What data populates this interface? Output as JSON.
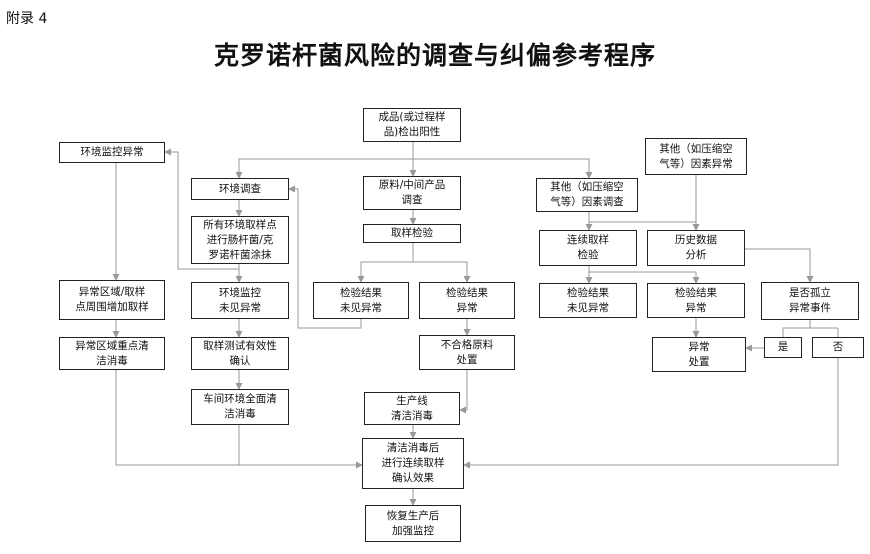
{
  "appendix": "附录 4",
  "title": "克罗诺杆菌风险的调查与纠偏参考程序",
  "boxes": {
    "finished_positive": "成品(或过程样\n品)检出阳性",
    "raw_intermediate": "原料/中间产品\n调查",
    "other_factors_center": "其他（如压缩空\n气等）因素调查",
    "other_factors_right": "其他（如压缩空\n气等）因素异常",
    "env_monitor_abnormal": "环境监控异常",
    "env_investigation": "环境调查",
    "all_env_sampling": "所有环境取样点\n进行肠杆菌/克\n罗诺杆菌涂抹",
    "sampling_test": "取样检验",
    "continuous_sampling": "连续取样\n检验",
    "history_analysis": "历史数据\n分析",
    "abnormal_area_sampling": "异常区域/取样\n点周围增加取样",
    "env_monitor_normal": "环境监控\n未见异常",
    "result_normal_left": "检验结果\n未见异常",
    "result_abnormal_left": "检验结果\n异常",
    "result_normal_right": "检验结果\n未见异常",
    "result_abnormal_right": "检验结果\n异常",
    "isolated_event": "是否孤立\n异常事件",
    "abnormal_area_disinfect": "异常区域重点清\n洁消毒",
    "validate_sampling": "取样测试有效性\n确认",
    "nonconforming_raw": "不合格原料\n处置",
    "abnormal_disposal": "异常\n处置",
    "yes": "是",
    "no": "否",
    "workshop_clean": "车间环境全面清\n洁消毒",
    "line_clean": "生产线\n清洁消毒",
    "clean_then_verify": "清洁消毒后\n进行连续取样\n确认效果",
    "resume_production": "恢复生产后\n加强监控"
  }
}
